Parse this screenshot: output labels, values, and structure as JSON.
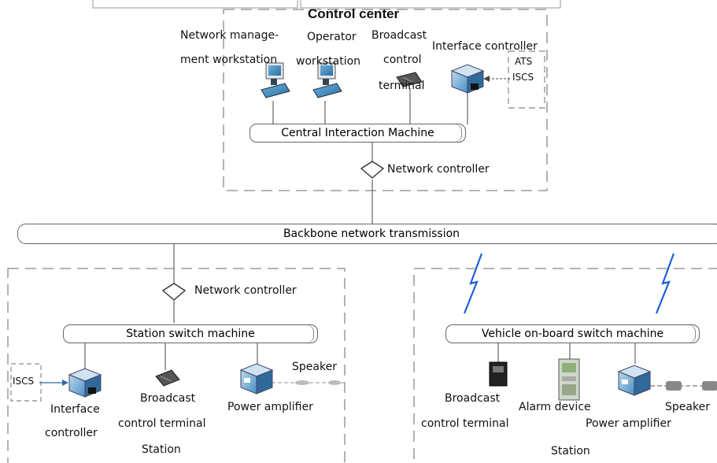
{
  "control_center": {
    "title": "Control center",
    "network_mgmt_ws": [
      "Network manage-",
      "ment workstation"
    ],
    "operator_ws": [
      "Operator",
      "workstation"
    ],
    "broadcast_terminal": [
      "Broadcast",
      "control",
      "terminal"
    ],
    "interface_controller": "Interface controller",
    "external": [
      "ATS",
      "ISCS"
    ],
    "central_machine": "Central Interaction Machine",
    "network_controller": "Network controller"
  },
  "backbone": "Backbone network transmission",
  "station": {
    "network_controller": "Network controller",
    "switch_machine": "Station switch machine",
    "external": "ISCS",
    "interface_controller": [
      "Interface",
      "controller"
    ],
    "broadcast_terminal": [
      "Broadcast",
      "control terminal"
    ],
    "power_amplifier": "Power amplifier",
    "speaker": "Speaker",
    "footer": "Station"
  },
  "vehicle": {
    "switch_machine": "Vehicle on-board switch machine",
    "broadcast_terminal": [
      "Broadcast",
      "control terminal"
    ],
    "alarm_device": "Alarm device",
    "power_amplifier": "Power amplifier",
    "speaker": "Speaker",
    "footer": "Station"
  },
  "colors": {
    "device_blue": "#4a8fc4",
    "wireless_blue": "#1f5fd8",
    "line": "#555555"
  }
}
